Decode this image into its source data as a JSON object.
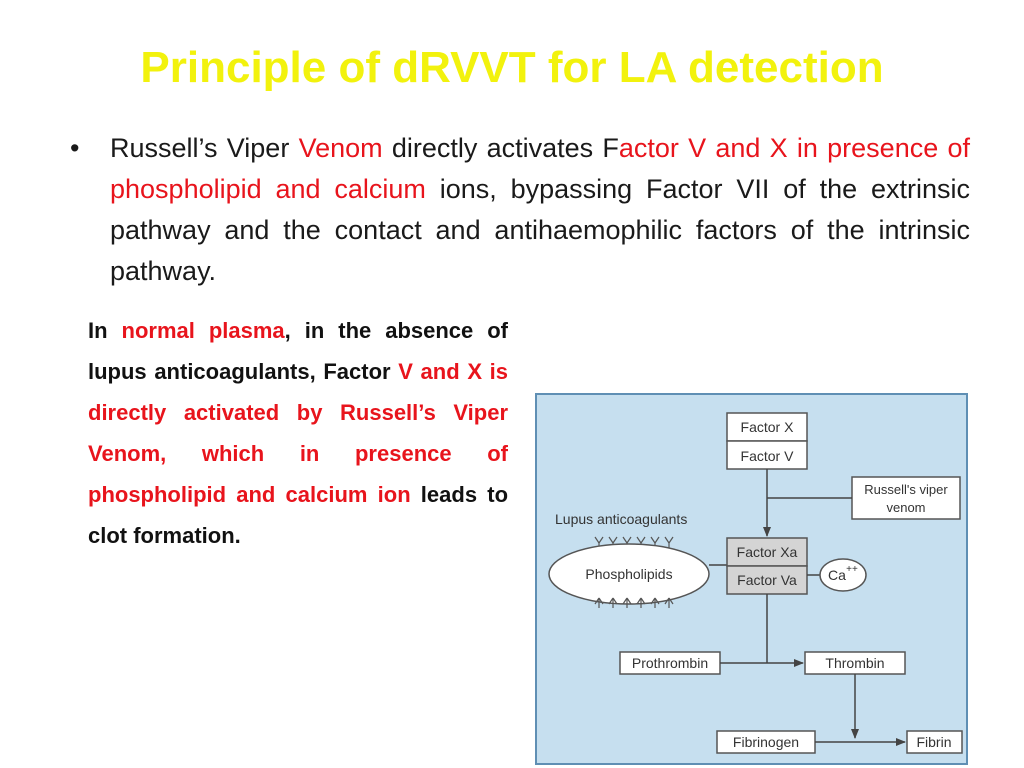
{
  "title": "Principle of dRVVT for LA detection",
  "bullet": {
    "symbol": "•",
    "parts": [
      "Russell’s Viper ",
      "Venom",
      " directly activates F",
      "actor V and X in presence of phospholipid and calcium",
      " ions, bypassing Factor VII of the extrinsic pathway and the contact and antihaemophilic factors of the intrinsic pathway."
    ]
  },
  "paragraph": {
    "parts": [
      "In ",
      "normal plasma",
      ", in the absence of lupus anticoagulants, Factor ",
      "V and X is directly activated by Russell’s Viper Venom, which in presence of phospholipid and calcium ion",
      " leads to clot formation."
    ]
  },
  "diagram": {
    "factor_x": "Factor X",
    "factor_v": "Factor V",
    "russells_viper": "Russell's viper",
    "venom": "venom",
    "lupus_anticoagulants": "Lupus anticoagulants",
    "phospholipids": "Phospholipids",
    "factor_xa": "Factor Xa",
    "factor_va": "Factor Va",
    "calcium": "Ca",
    "calcium_charge": "++",
    "prothrombin": "Prothrombin",
    "thrombin": "Thrombin",
    "fibrinogen": "Fibrinogen",
    "fibrin": "Fibrin"
  }
}
